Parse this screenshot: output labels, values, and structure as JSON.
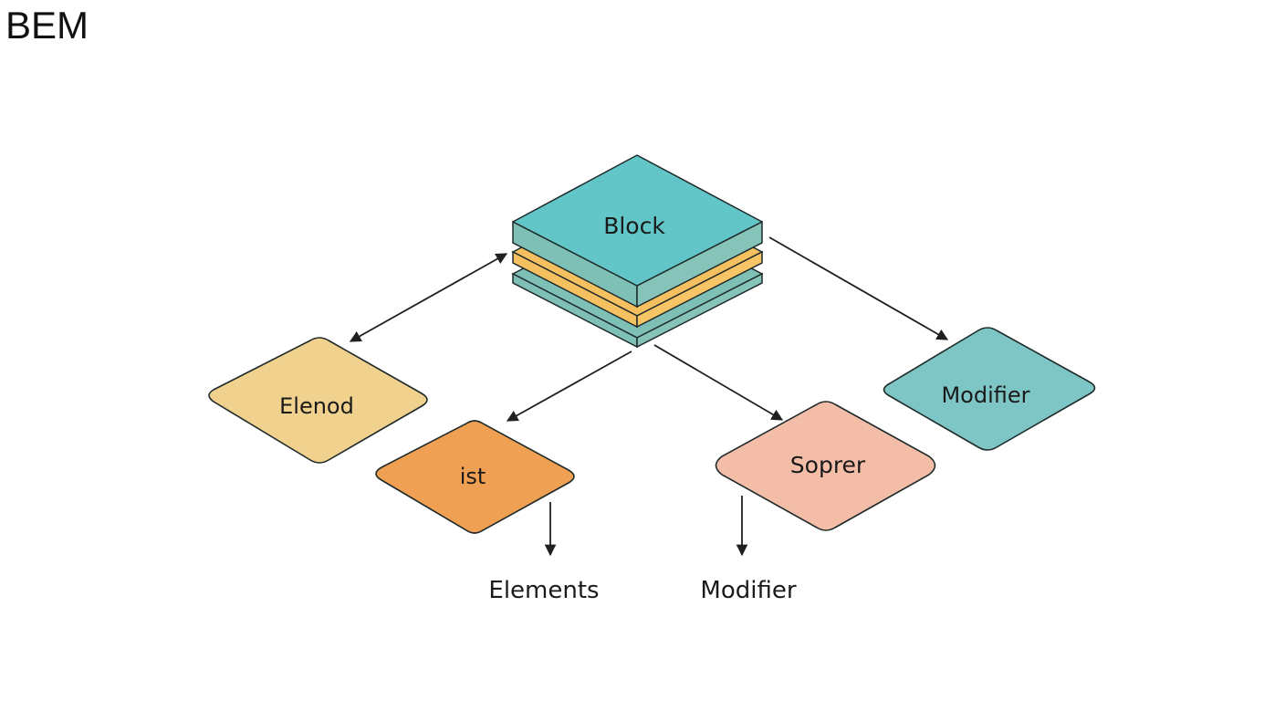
{
  "title": "BEM",
  "colors": {
    "block_top": "#62C5C7",
    "block_side": "#7FC0B6",
    "block_stripe": "#F5C060",
    "element": "#F0D28E",
    "ist": "#F0A052",
    "sopper": "#F3BDA8",
    "modifier": "#7EC6C6",
    "stroke": "#1f2a2a"
  },
  "nodes": {
    "block": "Block",
    "element": "Elenod",
    "ist": "ist",
    "sopper": "Soprer",
    "modifier": "Modifier"
  },
  "labels": {
    "elements": "Elements",
    "modifier": "Modifier"
  }
}
